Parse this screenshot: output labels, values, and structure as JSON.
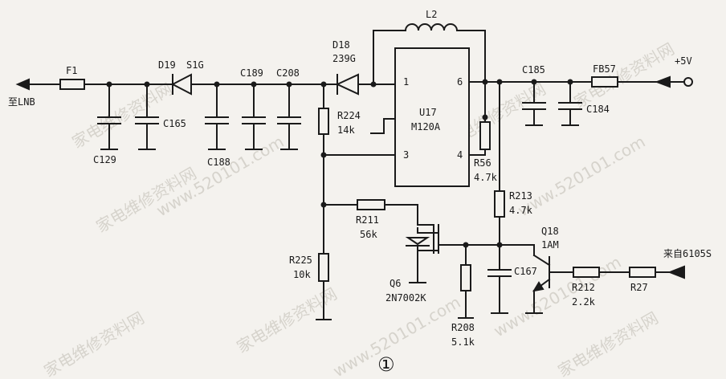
{
  "labels": {
    "to_lnb": "至LNB",
    "f1": "F1",
    "d19": "D19",
    "s1g": "S1G",
    "c129": "C129",
    "c165": "C165",
    "c188": "C188",
    "c189": "C189",
    "c208": "C208",
    "d18": "D18",
    "d18_val": "239G",
    "l2": "L2",
    "r224": "R224",
    "r224_val": "14k",
    "u17": "U17",
    "u17_part": "M120A",
    "pin1": "1",
    "pin3": "3",
    "pin4": "4",
    "pin6": "6",
    "r56": "R56",
    "r56_val": "4.7k",
    "c185": "C185",
    "fb57": "FB57",
    "c184": "C184",
    "plus5v": "+5V",
    "r213": "R213",
    "r213_val": "4.7k",
    "r211": "R211",
    "r211_val": "56k",
    "q18": "Q18",
    "q18_part": "1AM",
    "from_6105s": "来自6105S",
    "r225": "R225",
    "r225_val": "10k",
    "q6": "Q6",
    "q6_part": "2N7002K",
    "c167": "C167",
    "r212": "R212",
    "r212_val": "2.2k",
    "r27": "R27",
    "r208": "R208",
    "r208_val": "5.1k",
    "figure_number": "①"
  },
  "watermark": {
    "text_cn": "家电维修资料网",
    "text_url": "www.520101.com",
    "color": "#d6d3cc"
  },
  "colors": {
    "ink": "#1a1a1a",
    "paper": "#f4f2ee"
  }
}
